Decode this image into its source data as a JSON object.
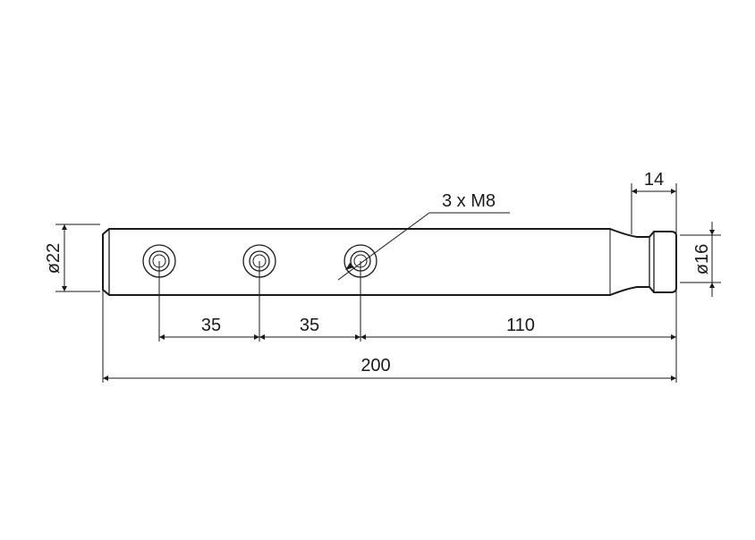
{
  "drawing": {
    "dimensions": {
      "shaft_diameter": "ø22",
      "pin_diameter": "ø16",
      "pin_length": "14",
      "hole_spacing_1": "35",
      "hole_spacing_2": "35",
      "hole_to_end": "110",
      "overall_length": "200"
    },
    "holes_callout": "3 x M8",
    "hole_count": 3
  }
}
